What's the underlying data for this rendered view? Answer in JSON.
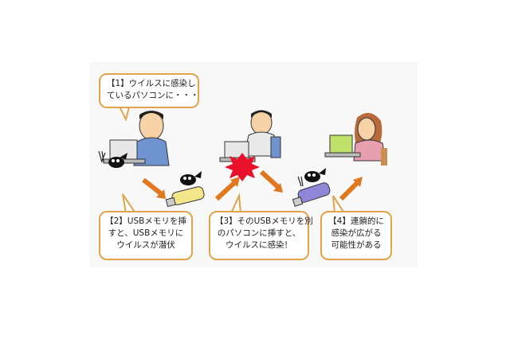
{
  "colors": {
    "bubble_border": "#e1a24a",
    "arrow": "#e07820",
    "burst": "#e8102a",
    "shirt_blue": "#6f93cf",
    "laptop_screen": "#bfe36a",
    "usb_yellow": "#f3e58a",
    "usb_purple": "#8f86d8"
  },
  "icons": [
    "person-1",
    "person-2",
    "person-3",
    "laptop-icon",
    "usb-drive-icon",
    "virus-bug-icon",
    "flow-arrow-icon",
    "alert-burst-icon"
  ],
  "steps": [
    {
      "lines": [
        "【1】ウイルスに感染し",
        "ているパソコンに・・・"
      ]
    },
    {
      "lines": [
        "【2】USBメモリを挿",
        "すと、USBメモリに",
        "ウイルスが潜伏"
      ]
    },
    {
      "lines": [
        "【3】そのUSBメモリを別",
        "のパソコンに挿すと、",
        "ウイルスに感染！"
      ]
    },
    {
      "lines": [
        "【4】連鎖的に",
        "感染が広がる",
        "可能性がある"
      ]
    }
  ]
}
